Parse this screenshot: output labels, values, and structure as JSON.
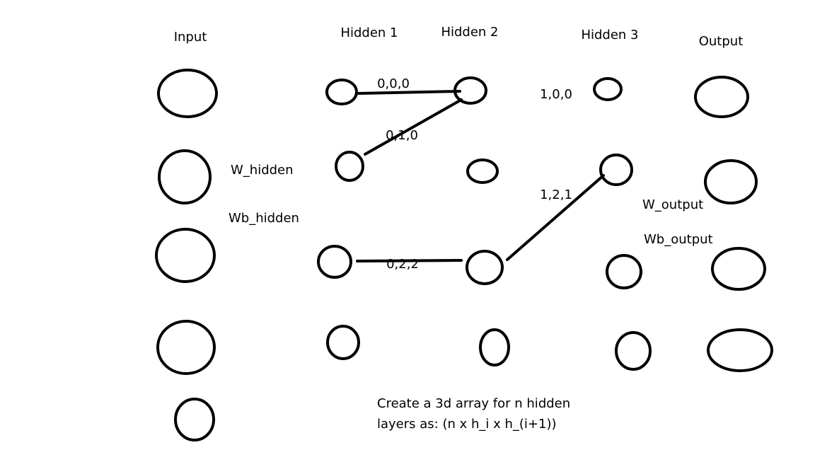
{
  "layers": {
    "input": "Input",
    "hidden1": "Hidden 1",
    "hidden2": "Hidden 2",
    "hidden3": "Hidden 3",
    "output": "Output"
  },
  "edge_labels": {
    "e000": "0,0,0",
    "e010": "0,1,0",
    "e022": "0,2,2",
    "e100": "1,0,0",
    "e121": "1,2,1"
  },
  "weights": {
    "w_hidden": "W_hidden",
    "wb_hidden": "Wb_hidden",
    "w_output": "W_output",
    "wb_output": "Wb_output"
  },
  "note": {
    "line1": "Create a 3d array for n hidden",
    "line2": "layers as: (n x h_i x h_(i+1))"
  },
  "colors": {
    "stroke": "#000000",
    "background": "#ffffff"
  }
}
